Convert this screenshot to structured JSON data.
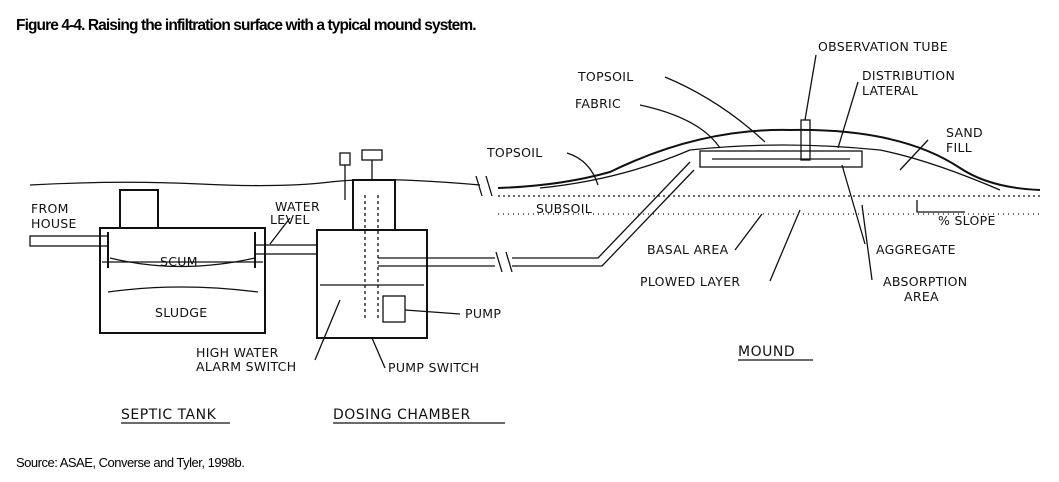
{
  "figure": {
    "title": "Figure 4-4. Raising the infiltration surface with a typical mound system.",
    "source": "Source: ASAE, Converse and Tyler, 1998b."
  },
  "septic_tank": {
    "caption": "SEPTIC TANK",
    "from_house": [
      "FROM",
      "HOUSE"
    ],
    "scum": "SCUM",
    "sludge": "SLUDGE",
    "water_level": [
      "WATER",
      "LEVEL"
    ]
  },
  "dosing_chamber": {
    "caption": "DOSING CHAMBER",
    "pump": "PUMP",
    "pump_switch": "PUMP SWITCH",
    "alarm": [
      "HIGH WATER",
      "ALARM SWITCH"
    ]
  },
  "mound": {
    "caption": "MOUND",
    "topsoil_left": "TOPSOIL",
    "subsoil": "SUBSOIL",
    "fabric": "FABRIC",
    "topsoil_top": "TOPSOIL",
    "observation_tube": "OBSERVATION TUBE",
    "distribution_lateral": [
      "DISTRIBUTION",
      "LATERAL"
    ],
    "sand_fill": [
      "SAND",
      "FILL"
    ],
    "slope": "% SLOPE",
    "basal_area": "BASAL AREA",
    "aggregate": "AGGREGATE",
    "plowed_layer": "PLOWED LAYER",
    "absorption_area": [
      "ABSORPTION",
      "AREA"
    ]
  }
}
